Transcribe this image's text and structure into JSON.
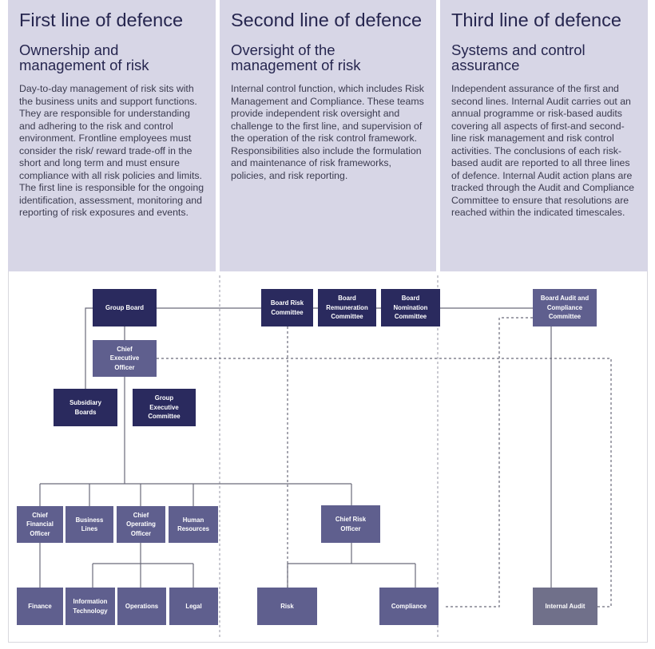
{
  "panels": [
    {
      "title": "First line of defence",
      "subtitle": "Ownership and management of risk",
      "body": "Day-to-day management of risk sits with the business units and support functions. They are responsible for understanding and adhering to the risk and control environment. Frontline employees must consider the risk/ reward trade-off in the short and long term and must ensure compliance with all risk policies and limits. The first line is responsible for the ongoing identification, assessment, monitoring and reporting of risk exposures and events."
    },
    {
      "title": "Second line of defence",
      "subtitle": "Oversight of the management of risk",
      "body": "Internal control function, which includes Risk Management and Compliance. These teams provide independent risk oversight and challenge to the first line, and supervision of the operation of the risk control framework. Responsibilities also include the formulation and maintenance of risk frameworks, policies, and risk reporting."
    },
    {
      "title": "Third line of defence",
      "subtitle": "Systems and control assurance",
      "body": "Independent assurance of the first and second lines. Internal Audit carries out an annual programme or risk-based audits covering all aspects of first-and second-line risk management and risk control activities. The conclusions of each risk-based audit are reported to all three lines of defence. Internal Audit action plans are tracked through the Audit and Compliance Committee to ensure that resolutions are reached within the indicated timescales."
    }
  ],
  "org": {
    "group_board": "Group Board",
    "ceo": "Chief\nExecutive\nOfficer",
    "subsidiary_boards": "Subsidiary\nBoards",
    "group_exec": "Group\nExecutive\nCommittee",
    "board_risk": "Board Risk\nCommittee",
    "board_remuneration": "Board\nRemuneration\nCommittee",
    "board_nomination": "Board\nNomination\nCommittee",
    "board_audit": "Board Audit and\nCompliance\nCommittee",
    "cfo": "Chief\nFinancial\nOfficer",
    "business_lines": "Business\nLines",
    "coo": "Chief\nOperating\nOfficer",
    "human_resources": "Human\nResources",
    "cro": "Chief Risk\nOfficer",
    "finance": "Finance",
    "information_technology": "Information\nTechnology",
    "operations": "Operations",
    "legal": "Legal",
    "risk": "Risk",
    "compliance": "Compliance",
    "internal_audit": "Internal Audit"
  },
  "colors": {
    "panel_bg": "#d7d6e6",
    "box_dark": "#2a2a5e",
    "box_mid": "#5f5f8e",
    "box_internal_audit": "#70708a",
    "line": "#6a6a7a"
  }
}
